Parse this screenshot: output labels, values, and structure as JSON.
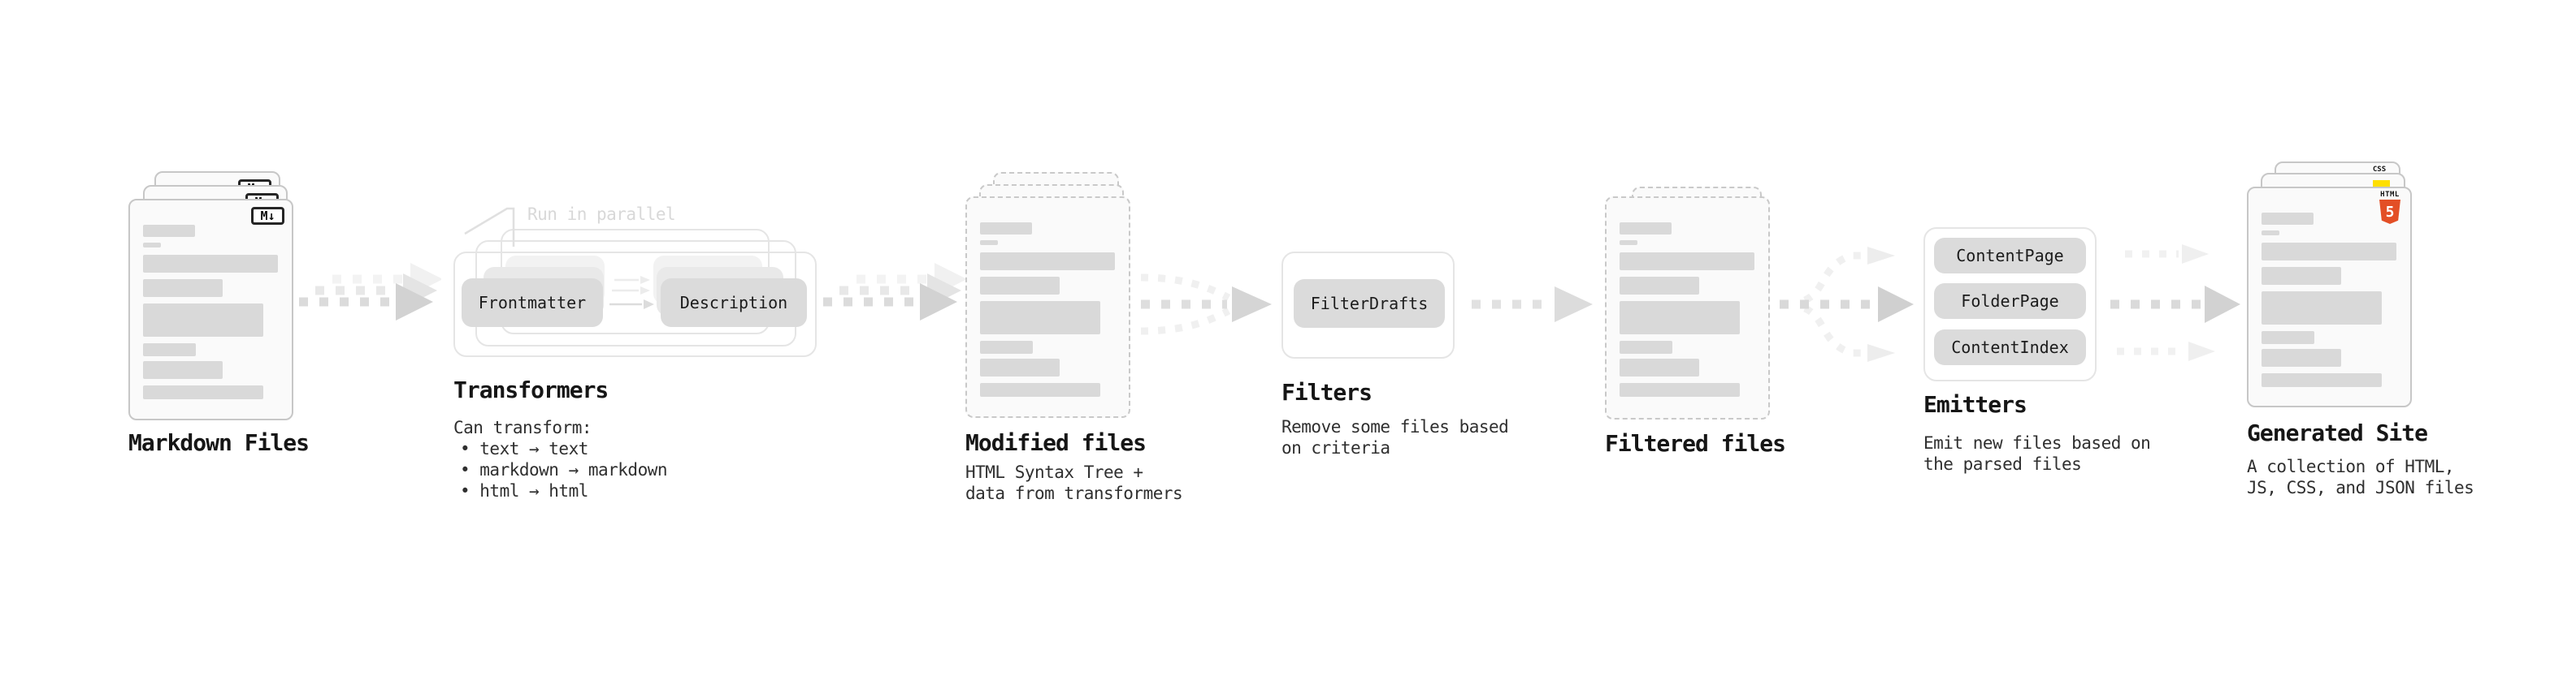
{
  "stages": {
    "markdown_files": {
      "label": "Markdown Files",
      "file_badge": "M↓"
    },
    "transformers": {
      "title": "Transformers",
      "parallel_note": "Run in parallel",
      "pill_frontmatter": "Frontmatter",
      "pill_description": "Description",
      "desc_heading": "Can transform:",
      "bullets": [
        "• text → text",
        "• markdown → markdown",
        "• html → html"
      ]
    },
    "modified_files": {
      "title": "Modified files",
      "desc": [
        "HTML Syntax Tree +",
        "data from transformers"
      ]
    },
    "filters": {
      "title": "Filters",
      "pill_filterdrafts": "FilterDrafts",
      "desc": [
        "Remove some files based",
        "on criteria"
      ]
    },
    "filtered_files": {
      "title": "Filtered files"
    },
    "emitters": {
      "title": "Emitters",
      "pills": [
        "ContentPage",
        "FolderPage",
        "ContentIndex"
      ],
      "desc": [
        "Emit new files based on",
        "the parsed files"
      ]
    },
    "generated_site": {
      "title": "Generated Site",
      "desc": [
        "A collection of HTML,",
        "JS, CSS, and JSON files"
      ],
      "html5_badge": {
        "word": "HTML",
        "number": "5"
      },
      "css_badge": {
        "word": "CSS"
      }
    }
  },
  "colors": {
    "html5_orange": "#e34f26",
    "js_yellow": "#ffdf00",
    "css_blue": "#2f6fe0",
    "card_bg": "#fafafa",
    "card_border": "#c7c7c7",
    "skeleton_gray": "#d9d9d9",
    "pill_gray": "#dbdbdb",
    "groupbox_border": "#e5e5e5",
    "arrow_dark": "#d2d2d2",
    "arrow_light": "#efefef",
    "note_gray": "#d8d8d8"
  }
}
